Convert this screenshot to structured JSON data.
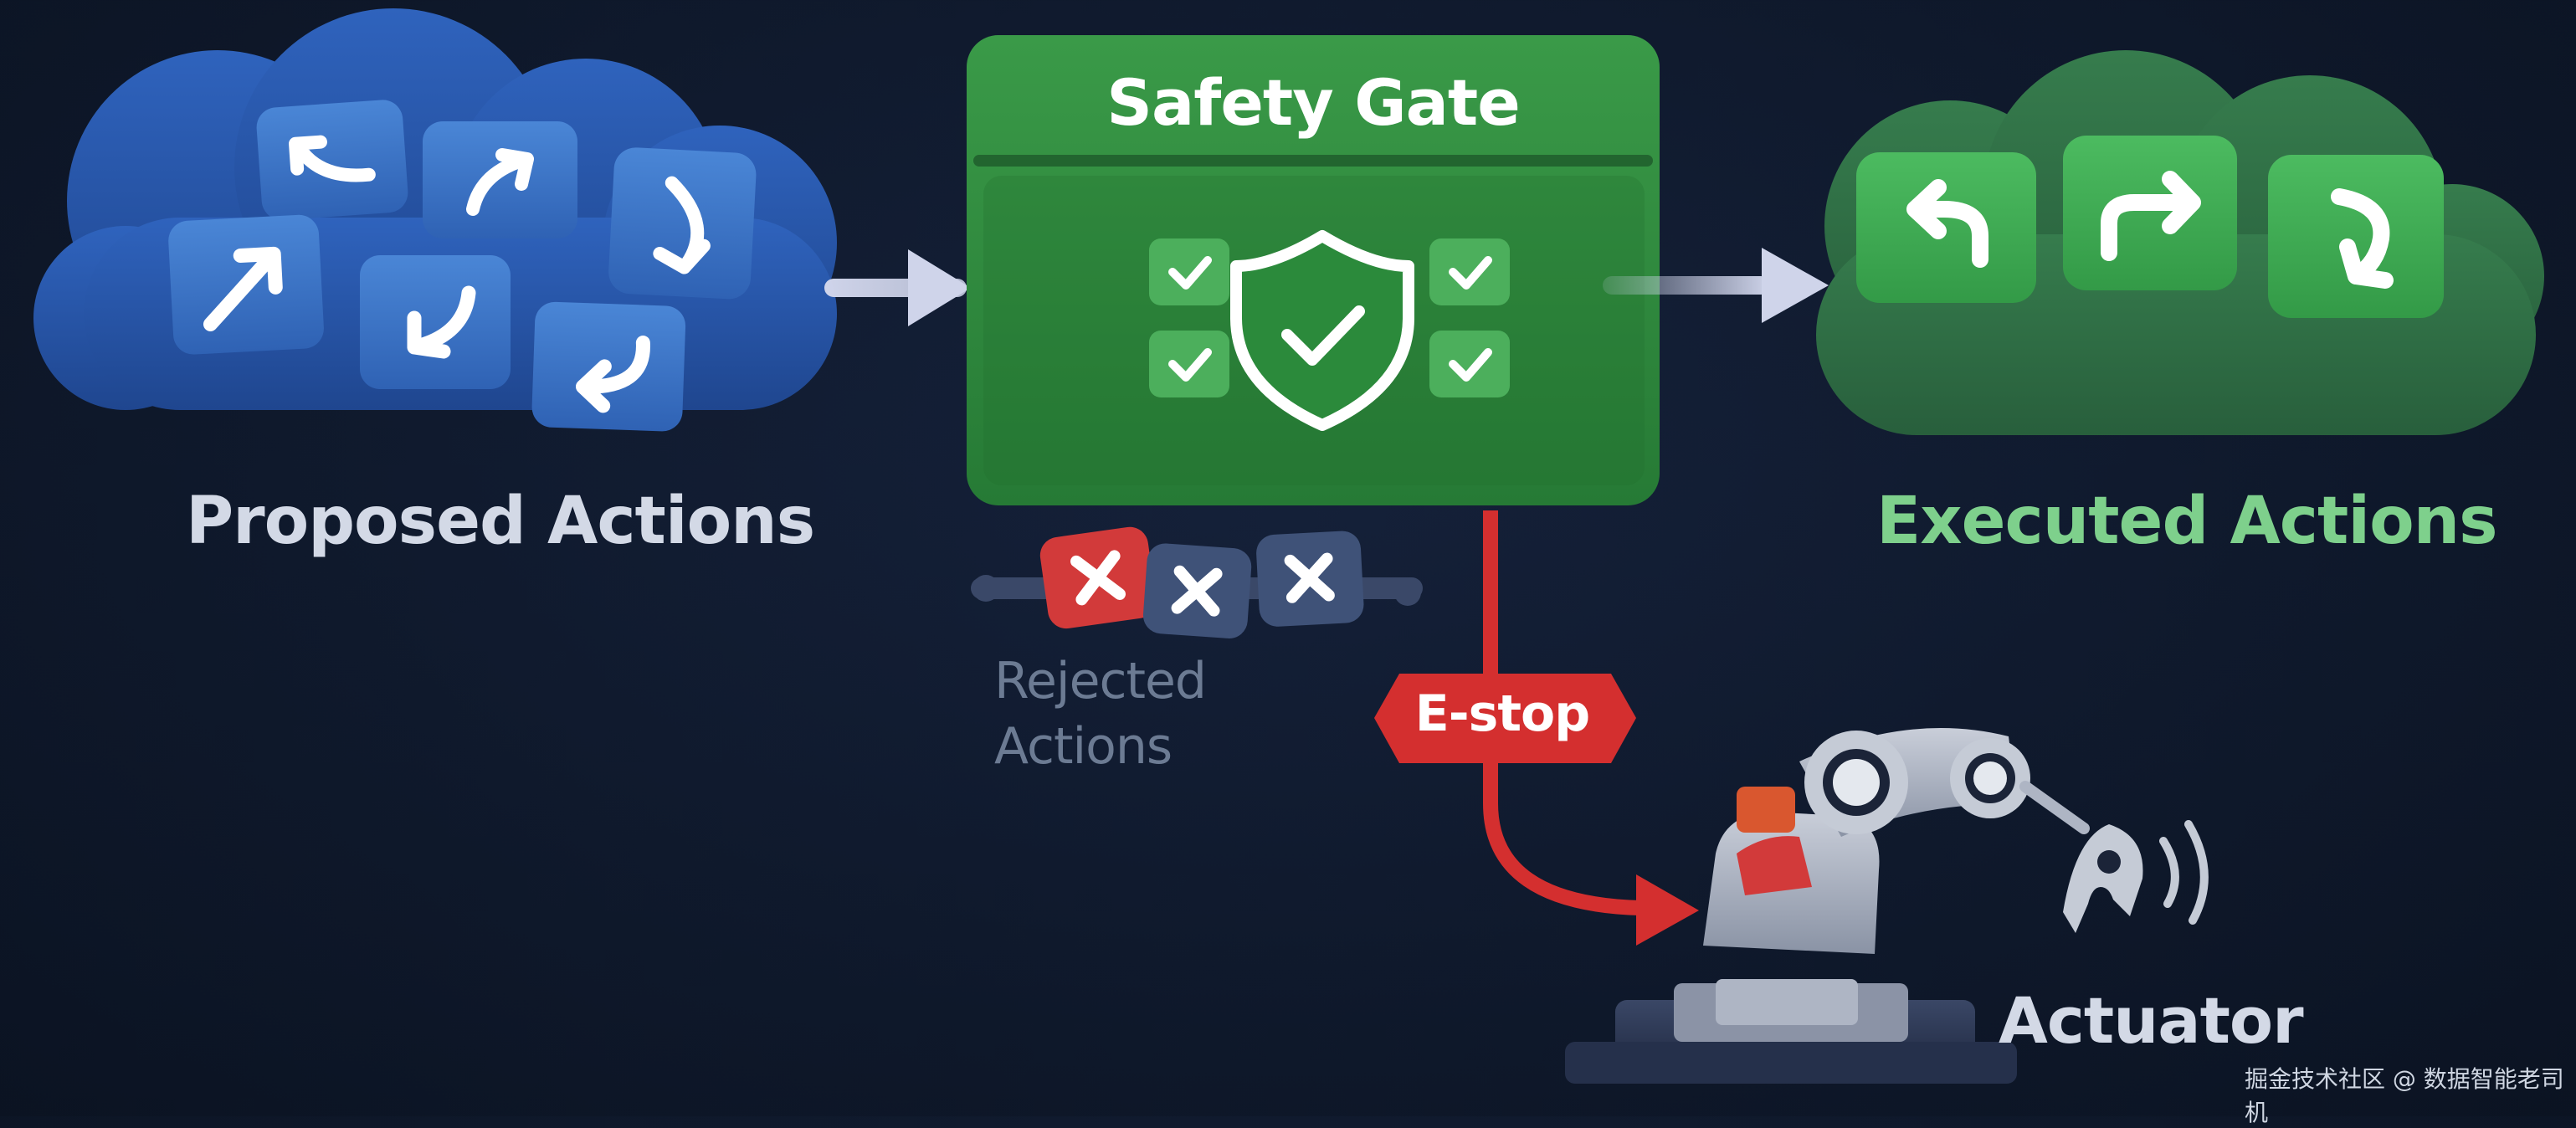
{
  "labels": {
    "proposed": "Proposed Actions",
    "executed": "Executed Actions",
    "rejected_line1": "Rejected",
    "rejected_line2": "Actions",
    "safety_gate": "Safety Gate",
    "estop": "E-stop",
    "actuator": "Actuator"
  },
  "watermark": "掘金技术社区 @ 数据智能老司机",
  "colors": {
    "background": "#0f192c",
    "proposed_cloud": "#2a5cb4",
    "action_tile_blue": "#3b74c8",
    "safety_gate_green": "#2e8b3e",
    "executed_cloud": "#2f6e45",
    "executed_tile": "#3fa653",
    "rejected_tile_red": "#d23a3a",
    "rejected_tile_slate": "#3f5278",
    "estop_red": "#d42f2f",
    "arrow": "#cfd4ea"
  },
  "icons": {
    "proposed_tiles": [
      "arrow-turn-up-left-icon",
      "arrow-up-right-icon",
      "arrow-curve-down-icon",
      "arrow-up-right-icon",
      "arrow-down-left-icon",
      "arrow-return-left-icon"
    ],
    "gate_center": "shield-check-icon",
    "gate_checks": [
      "check-icon",
      "check-icon",
      "check-icon",
      "check-icon"
    ],
    "executed_tiles": [
      "arrow-uturn-left-icon",
      "arrow-turn-right-icon",
      "arrow-curve-down-icon"
    ],
    "rejected_tiles": [
      "x-icon",
      "x-icon",
      "x-icon"
    ],
    "actuator": "robot-arm-icon"
  }
}
